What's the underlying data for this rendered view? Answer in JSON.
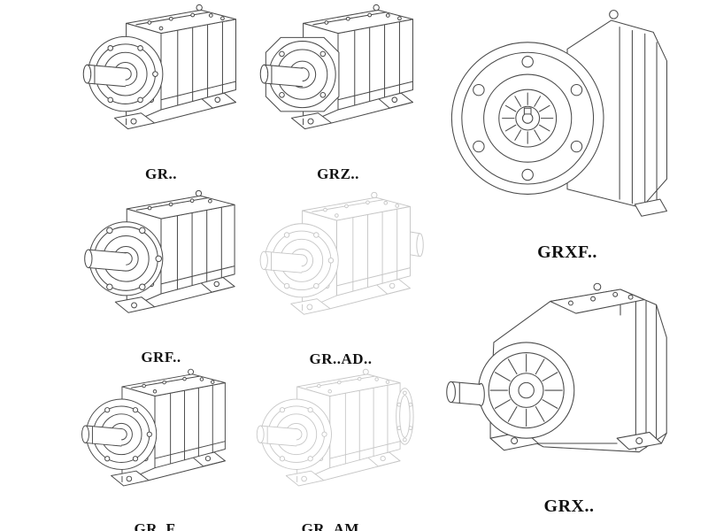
{
  "figure": {
    "background": "#ffffff",
    "line_color": "#4a4a4a",
    "ghost_line_color": "#c6c6c6",
    "models": [
      {
        "label": "GR..",
        "style": "solid"
      },
      {
        "label": "GRZ..",
        "style": "solid"
      },
      {
        "label": "GRXF..",
        "style": "solid"
      },
      {
        "label": "GRF..",
        "style": "solid"
      },
      {
        "label": "GR..AD..",
        "style": "ghost"
      },
      {
        "label": "GRX..",
        "style": "solid"
      },
      {
        "label": "GR..F",
        "style": "solid"
      },
      {
        "label": "GR..AM..",
        "style": "ghost"
      }
    ]
  }
}
